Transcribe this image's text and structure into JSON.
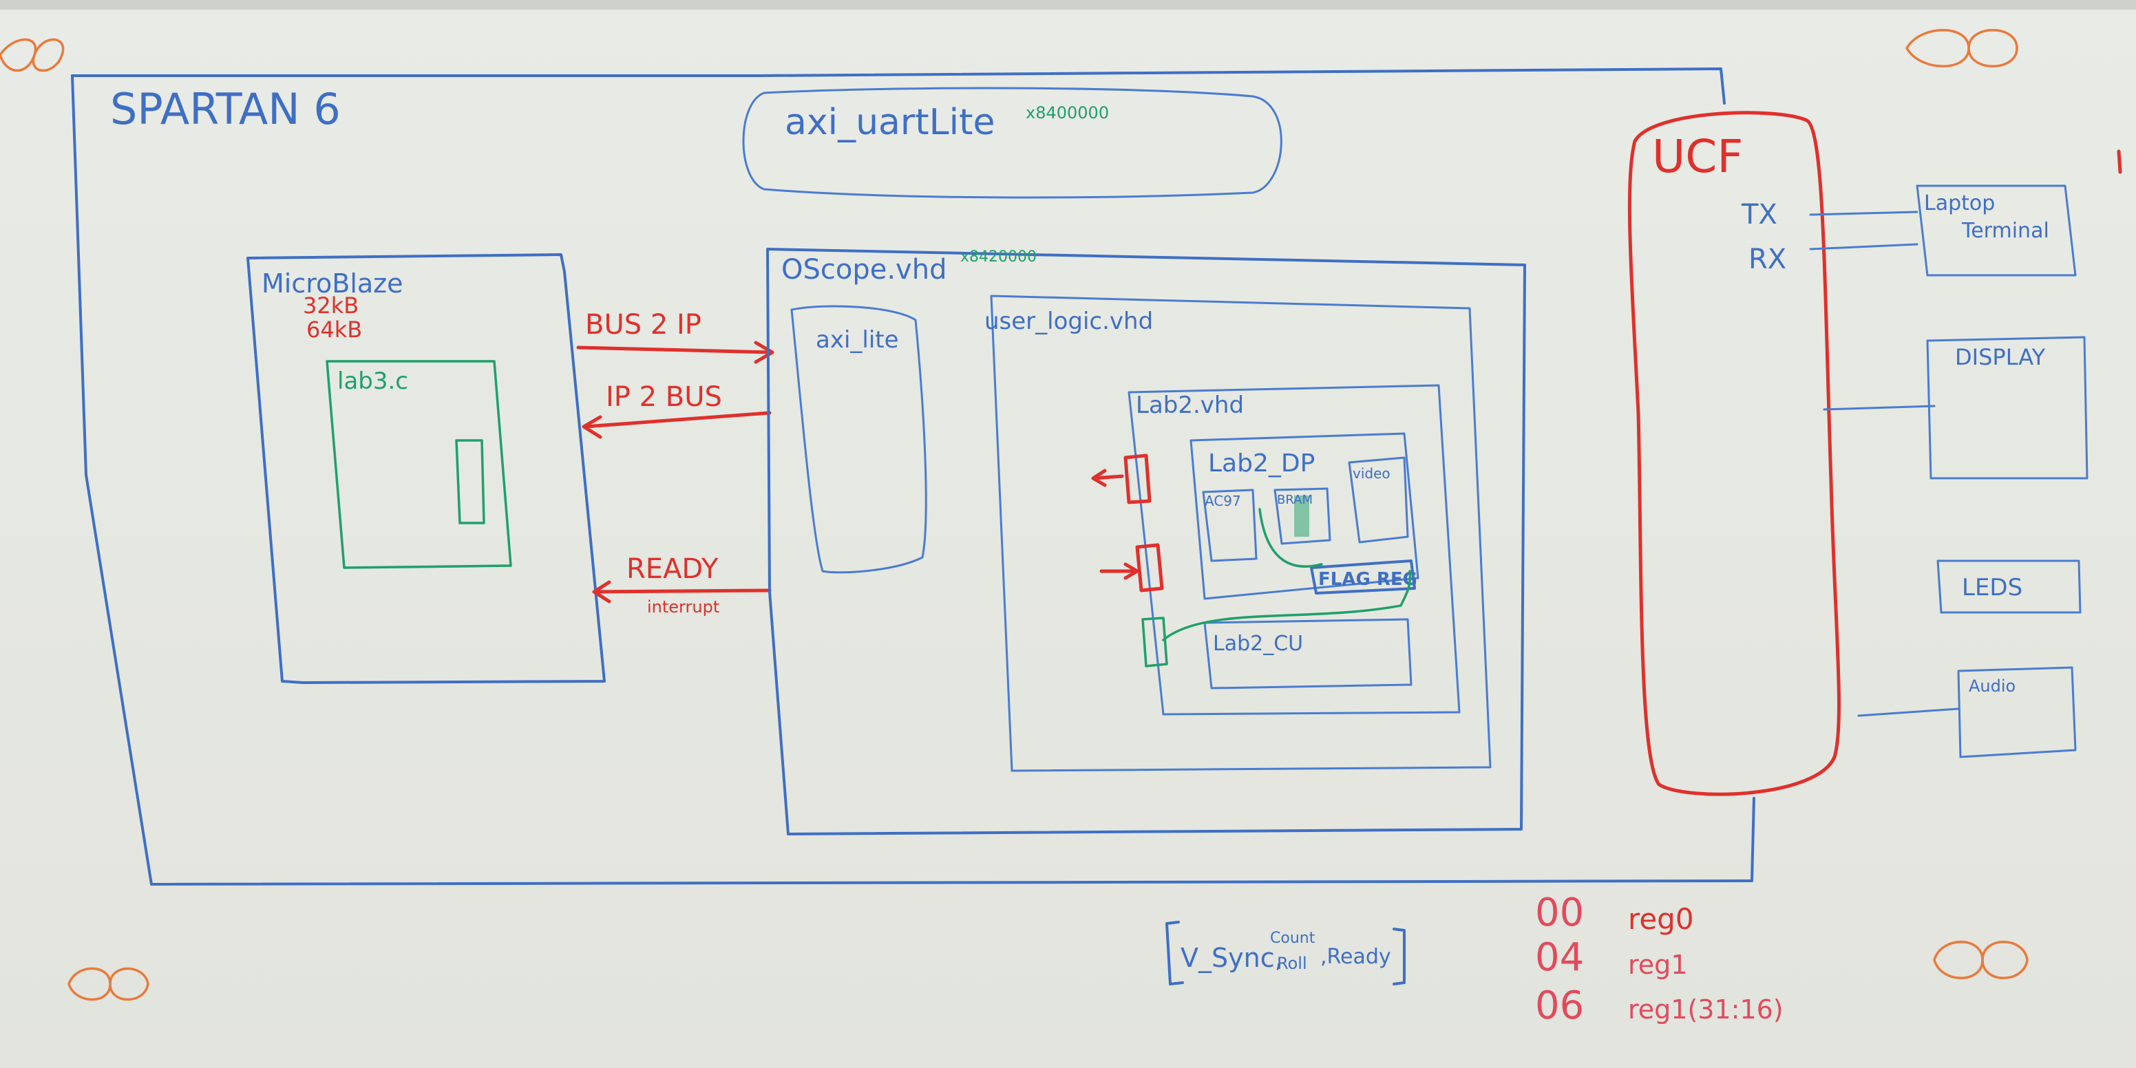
{
  "board": {
    "top_left_box": {
      "title": "SPARTAN 6"
    },
    "axi_uart": {
      "label": "axi_uartLite",
      "address": "x8400000"
    },
    "microblaze": {
      "label": "MicroBlaze",
      "mem1": "32kB",
      "mem2": "64kB",
      "code_file": "lab3.c"
    },
    "arrows": {
      "bus2ip": "BUS 2 IP",
      "ip2bus": "IP 2 BUS",
      "ready": "READY",
      "interrupt": "interrupt"
    },
    "oscope": {
      "label": "OScope.vhd",
      "address": "x8420000",
      "axi_lite": "axi_lite",
      "user_logic": "user_logic.vhd",
      "lab2": "Lab2.vhd",
      "lab2_dp": "Lab2_DP",
      "ac97": "AC97",
      "bram": "BRAM",
      "video": "video",
      "flag_reg": "FLAG REG",
      "lab2_cu": "Lab2_CU"
    },
    "ucf": {
      "label": "UCF",
      "tx": "TX",
      "rx": "RX"
    },
    "peripherals": {
      "laptop": "Laptop",
      "terminal": "Terminal",
      "display": "DISPLAY",
      "leds": "LEDS",
      "audio": "Audio"
    },
    "bracket_note": {
      "vsync": "V_Sync,",
      "count": "Count",
      "roll": "Roll",
      "ready": ",Ready"
    },
    "registers": [
      {
        "offset": "00",
        "name": "reg0"
      },
      {
        "offset": "04",
        "name": "reg1"
      },
      {
        "offset": "06",
        "name": "reg1(31:16)"
      }
    ]
  },
  "colors": {
    "marker_blue": "#3f6fc4",
    "marker_red": "#e0302c",
    "marker_green": "#1fa06a",
    "marker_orange": "#e97a3c",
    "board_white": "#e7e9e3"
  }
}
